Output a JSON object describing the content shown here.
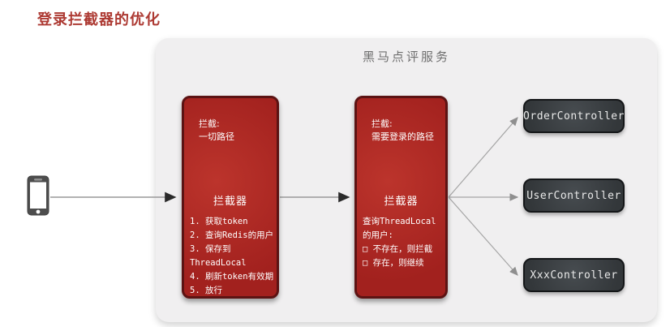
{
  "page": {
    "title": "登录拦截器的优化"
  },
  "service": {
    "title": "黑马点评服务"
  },
  "client": {
    "icon": "smartphone-icon"
  },
  "interceptors": [
    {
      "header": "拦截:\n一切路径",
      "title": "拦截器",
      "body": "1. 获取token\n2. 查询Redis的用户\n3. 保存到ThreadLocal\n4. 刷新token有效期\n5. 放行"
    },
    {
      "header": "拦截:\n需要登录的路径",
      "title": "拦截器",
      "body": "查询ThreadLocal\n的用户:\n□ 不存在，则拦截\n□ 存在，则继续"
    }
  ],
  "controllers": [
    {
      "label": "OrderController"
    },
    {
      "label": "UserController"
    },
    {
      "label": "XxxController"
    }
  ],
  "colors": {
    "title_red": "#ad3a33",
    "interceptor_fill": "#ac2823",
    "interceptor_border": "#5c1313",
    "controller_fill": "#3d4144",
    "service_bg": "#f0eff0",
    "arrow_gray": "#8f8f8f",
    "arrowhead_dark": "#2a2a2a"
  }
}
